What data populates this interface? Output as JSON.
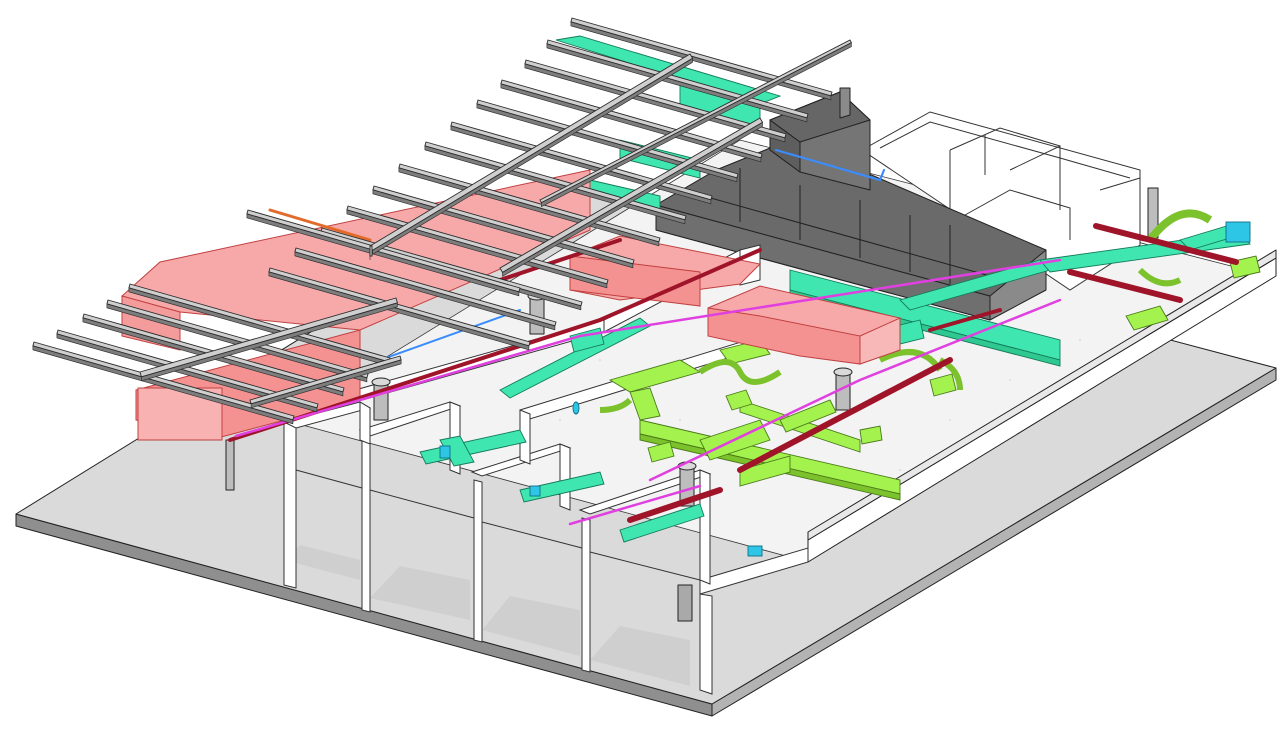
{
  "view": {
    "type": "isometric-mep-model",
    "background": "#ffffff"
  },
  "colors": {
    "slab_top": "#d6d6d6",
    "slab_side": "#9c9c9c",
    "floor": "#f4f4f4",
    "walls": "#ffffff",
    "beams_top": "#c8c8c8",
    "beams_side": "#7f7f7f",
    "ahu_units": "#f7a7a7",
    "ahu_outline": "#d04848",
    "core_block": "#7a7a7a",
    "supply_duct": "#36e6a8",
    "return_duct": "#9cf04a",
    "chilled_pipe": "#a0142a",
    "magenta_pipe": "#e040e0",
    "blue_pipe": "#3a8cff",
    "cyan_equipment": "#2ec6e6",
    "columns": "#b8b8b8"
  },
  "elements": {
    "beams": "steel-beams",
    "ahu": "air-handling-units",
    "core": "mechanical-core",
    "supply": "supply-ducts",
    "return": "return-ducts",
    "pipes": "piping",
    "rooms": "partition-rooms",
    "slab": "floor-slab"
  }
}
